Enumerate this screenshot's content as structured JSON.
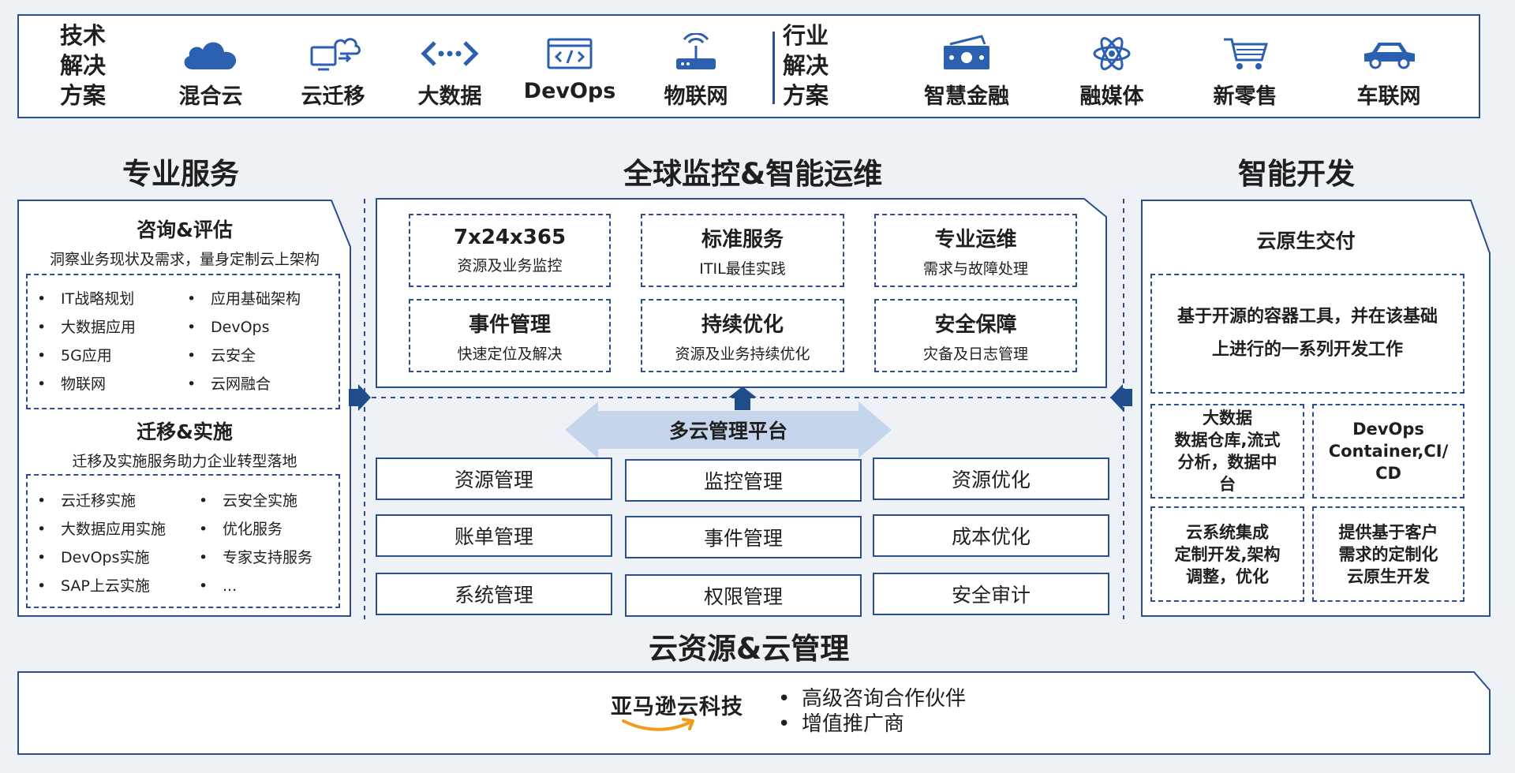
{
  "banner": {
    "tech_label": [
      "技术",
      "解决",
      "方案"
    ],
    "tech_items": [
      {
        "label": "混合云",
        "icon": "cloud-icon"
      },
      {
        "label": "云迁移",
        "icon": "cloud-migration-icon"
      },
      {
        "label": "大数据",
        "icon": "big-data-icon"
      },
      {
        "label": "DevOps",
        "icon": "devops-code-icon"
      },
      {
        "label": "物联网",
        "icon": "iot-router-icon"
      }
    ],
    "industry_label": [
      "行业",
      "解决",
      "方案"
    ],
    "industry_items": [
      {
        "label": "智慧金融",
        "icon": "finance-money-icon"
      },
      {
        "label": "融媒体",
        "icon": "media-atom-icon"
      },
      {
        "label": "新零售",
        "icon": "retail-cart-icon"
      },
      {
        "label": "车联网",
        "icon": "car-icon"
      }
    ]
  },
  "professional": {
    "title": "专业服务",
    "consult": {
      "title": "咨询&评估",
      "desc": "洞察业务现状及需求，量身定制云上架构",
      "col1": [
        "IT战略规划",
        "大数据应用",
        "5G应用",
        "物联网"
      ],
      "col2": [
        "应用基础架构",
        "DevOps",
        "云安全",
        "云网融合"
      ]
    },
    "migrate": {
      "title": "迁移&实施",
      "desc": "迁移及实施服务助力企业转型落地",
      "col1": [
        "云迁移实施",
        "大数据应用实施",
        "DevOps实施",
        "SAP上云实施"
      ],
      "col2": [
        "云安全实施",
        "优化服务",
        "专家支持服务",
        "..."
      ]
    }
  },
  "monitoring": {
    "title": "全球监控&智能运维",
    "cards": [
      {
        "title": "7x24x365",
        "desc": "资源及业务监控"
      },
      {
        "title": "标准服务",
        "desc": "ITIL最佳实践"
      },
      {
        "title": "专业运维",
        "desc": "需求与故障处理"
      },
      {
        "title": "事件管理",
        "desc": "快速定位及解决"
      },
      {
        "title": "持续优化",
        "desc": "资源及业务持续优化"
      },
      {
        "title": "安全保障",
        "desc": "灾备及日志管理"
      }
    ]
  },
  "platform": {
    "label": "多云管理平台",
    "items": [
      "资源管理",
      "监控管理",
      "资源优化",
      "账单管理",
      "事件管理",
      "成本优化",
      "系统管理",
      "权限管理",
      "安全审计"
    ]
  },
  "cloud_resource": {
    "title": "云资源&云管理"
  },
  "dev": {
    "title": "智能开发",
    "subtitle": "云原生交付",
    "main": [
      "基于开源的容器工具，并在该基础",
      "上进行的一系列开发工作"
    ],
    "cards": [
      [
        "大数据",
        "数据仓库,流式",
        "分析，数据中",
        "台"
      ],
      [
        "DevOps",
        "Container,CI/",
        "CD"
      ],
      [
        "云系统集成",
        "定制开发,架构",
        "调整，优化"
      ],
      [
        "提供基于客户",
        "需求的定制化",
        "云原生开发"
      ]
    ]
  },
  "footer": {
    "brand": "亚马逊云科技",
    "bullets": [
      "高级咨询合作伙伴",
      "增值推广商"
    ]
  },
  "colors": {
    "accent": "#2b4f8c",
    "arrow": "#c5d6ec",
    "amazon_orange": "#f29a1e"
  }
}
